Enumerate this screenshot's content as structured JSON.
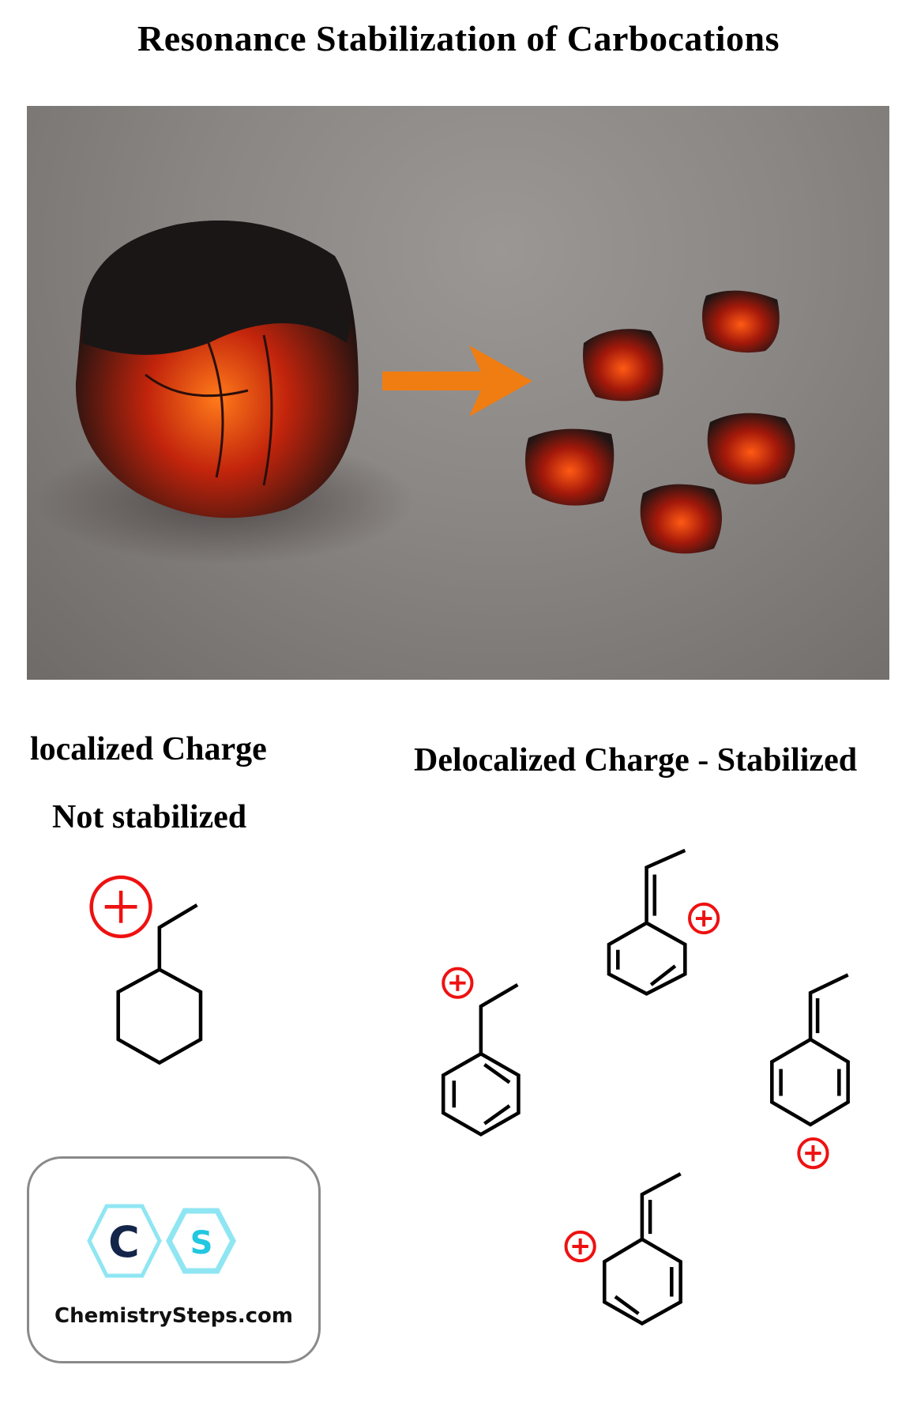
{
  "title": "Resonance Stabilization of Carbocations",
  "photo": {
    "description_icons": [
      "large-charcoal-block",
      "arrow-right-icon",
      "small-charcoal-pieces"
    ],
    "arrow_color": "#f07d12"
  },
  "left": {
    "heading_line1": "localized Charge",
    "heading_line2": "Not stabilized"
  },
  "right": {
    "heading": "Delocalized Charge - Stabilized"
  },
  "charge_color": "#ee1111",
  "logo": {
    "letter1": "C",
    "letter2": "S",
    "text": "ChemistrySteps.com"
  }
}
